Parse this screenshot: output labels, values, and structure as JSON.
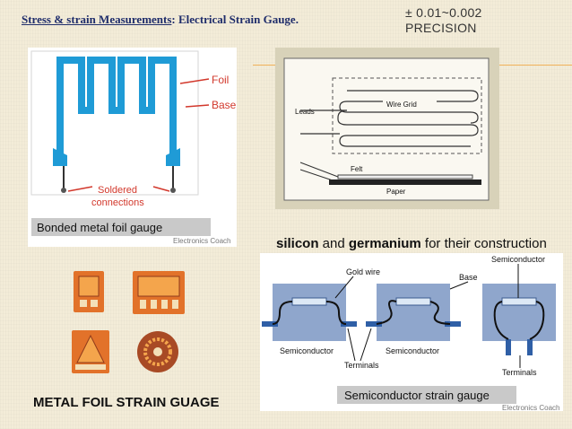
{
  "slide": {
    "title_underlined": "Stress & strain Measurements",
    "title_rest": ": Electrical Strain Gauge.",
    "precision_line1": "± 0.01~0.002",
    "precision_line2": "PRECISION"
  },
  "bonded_figure": {
    "label_foil": "Foil",
    "label_base": "Base",
    "label_soldered_1": "Soldered",
    "label_soldered_2": "connections",
    "banner": "Bonded metal foil gauge",
    "credit": "Electronics Coach"
  },
  "wire_figure": {
    "label_leads": "Leads",
    "label_wire_grid": "Wire Grid",
    "label_felt": "Felt",
    "label_paper": "Paper"
  },
  "semi_caption": {
    "bold1": "silicon",
    "mid": " and ",
    "bold2": "germanium",
    "end": " for their construction"
  },
  "semi_figure": {
    "label_gold_wire": "Gold wire",
    "label_base": "Base",
    "label_semiconductor_top": "Semiconductor",
    "label_semiconductor_1": "Semiconductor",
    "label_semiconductor_2": "Semiconductor",
    "label_terminals_1": "Terminals",
    "label_terminals_2": "Terminals",
    "banner": "Semiconductor strain gauge",
    "credit": "Electronics Coach"
  },
  "foil_photo_caption": "METAL FOIL STRAIN GUAGE",
  "colors": {
    "title": "#1f2d6b",
    "foil_blue": "#1f9bd6",
    "label_red": "#d2382c",
    "gauge_orange": "#e2722a",
    "gauge_brown": "#8f3a1c",
    "base_blue": "#8fa6cc",
    "accent_line": "#f2b25a"
  }
}
